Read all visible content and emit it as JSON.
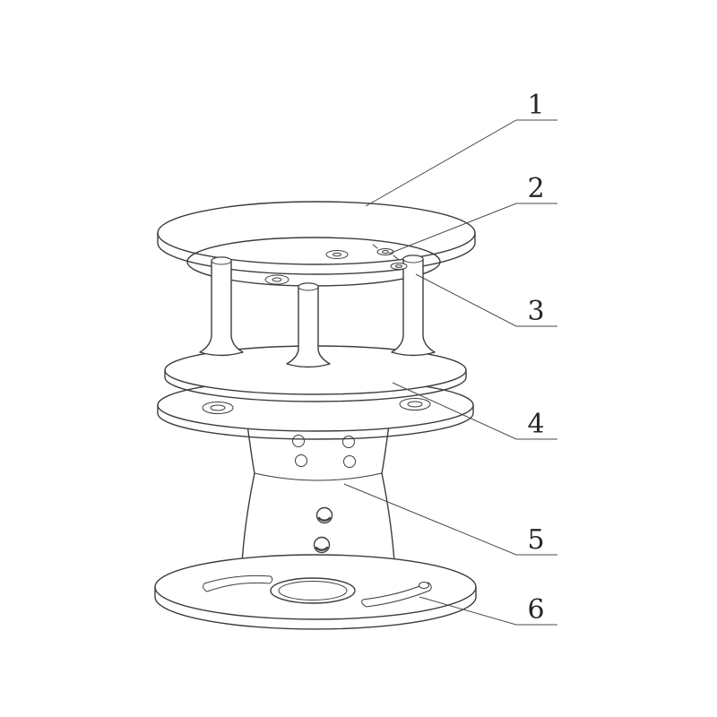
{
  "diagram": {
    "background_color": "#ffffff",
    "line_color": "#3d3d3d",
    "description_visible_text_only": true,
    "callouts": [
      {
        "number": "1"
      },
      {
        "number": "2"
      },
      {
        "number": "3"
      },
      {
        "number": "4"
      },
      {
        "number": "5"
      },
      {
        "number": "6"
      }
    ]
  }
}
